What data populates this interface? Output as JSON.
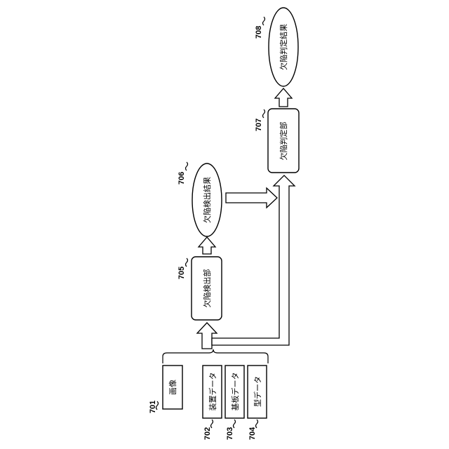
{
  "nodes": {
    "n701": {
      "ref": "701",
      "label": "画像"
    },
    "n702": {
      "ref": "702",
      "label": "装置データ"
    },
    "n703": {
      "ref": "703",
      "label": "基板データ"
    },
    "n704": {
      "ref": "704",
      "label": "型データ"
    },
    "n705": {
      "ref": "705",
      "label": "欠陥検出部"
    },
    "n706": {
      "ref": "706",
      "label": "欠陥検出結果"
    },
    "n707": {
      "ref": "707",
      "label": "欠陥判定部"
    },
    "n708": {
      "ref": "708",
      "label": "欠陥判定結果"
    }
  }
}
